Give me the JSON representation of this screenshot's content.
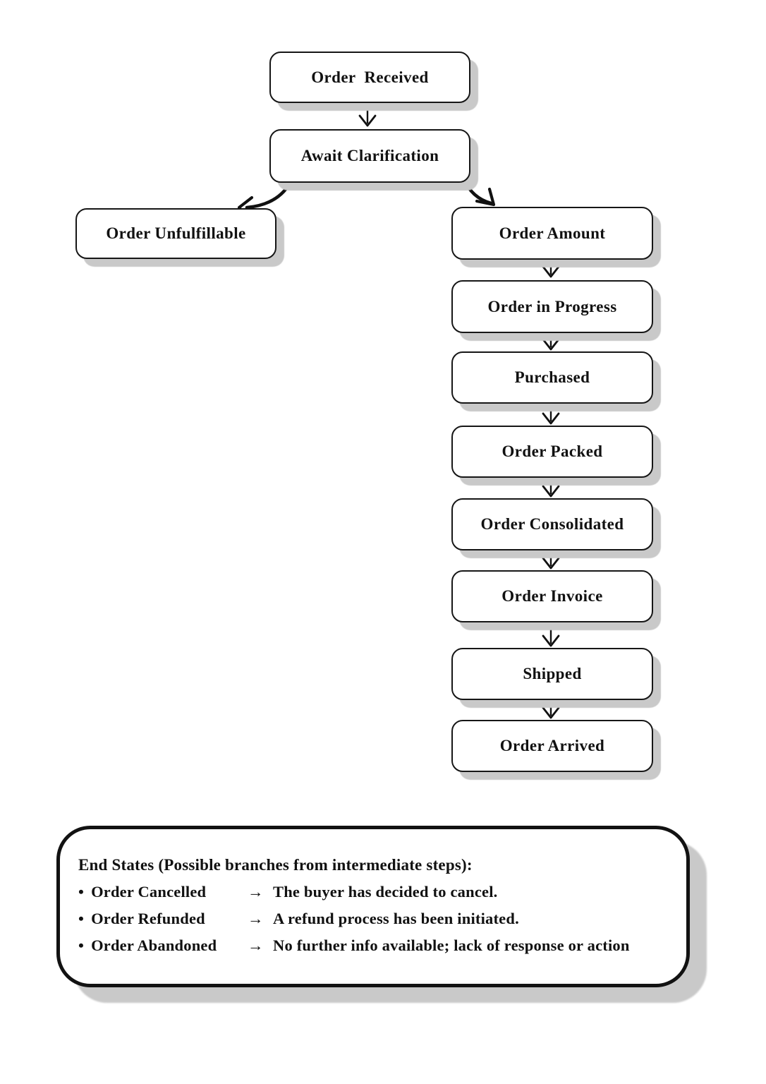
{
  "page": {
    "background": "#ffffff",
    "ink": "#111111",
    "shadow_color": "#c9c9c9"
  },
  "flowchart": {
    "nodes": [
      {
        "id": "order-received",
        "label": "Order  Received"
      },
      {
        "id": "await-clarification",
        "label": "Await Clarification"
      },
      {
        "id": "order-unfulfillable",
        "label": "Order Unfulfillable"
      },
      {
        "id": "order-amount",
        "label": "Order Amount"
      },
      {
        "id": "order-in-progress",
        "label": "Order in Progress"
      },
      {
        "id": "purchased",
        "label": "Purchased"
      },
      {
        "id": "order-packed",
        "label": "Order Packed"
      },
      {
        "id": "order-consolidated",
        "label": "Order Consolidated"
      },
      {
        "id": "order-invoice",
        "label": "Order Invoice"
      },
      {
        "id": "shipped",
        "label": "Shipped"
      },
      {
        "id": "order-arrived",
        "label": "Order Arrived"
      }
    ],
    "edges": [
      {
        "from": "Order Received",
        "to": "Await Clarification"
      },
      {
        "from": "Await Clarification",
        "to": "Order Unfulfillable"
      },
      {
        "from": "Await Clarification",
        "to": "Order Amount"
      },
      {
        "from": "Order Amount",
        "to": "Order in Progress"
      },
      {
        "from": "Order in Progress",
        "to": "Purchased"
      },
      {
        "from": "Purchased",
        "to": "Order Packed"
      },
      {
        "from": "Order Packed",
        "to": "Order Consolidated"
      },
      {
        "from": "Order Consolidated",
        "to": "Order Invoice"
      },
      {
        "from": "Order Invoice",
        "to": "Shipped"
      },
      {
        "from": "Shipped",
        "to": "Order Arrived"
      }
    ]
  },
  "end_states": {
    "title": "End States (Possible branches from intermediate steps):",
    "items": [
      {
        "bullet": "•",
        "name": "Order Cancelled",
        "arrow": "→",
        "description": "The buyer has decided to cancel."
      },
      {
        "bullet": "•",
        "name": "Order Refunded",
        "arrow": "→",
        "description": "A refund process has been initiated."
      },
      {
        "bullet": "•",
        "name": "Order Abandoned",
        "arrow": "→",
        "description": "No further info available; lack of response or action"
      }
    ]
  }
}
